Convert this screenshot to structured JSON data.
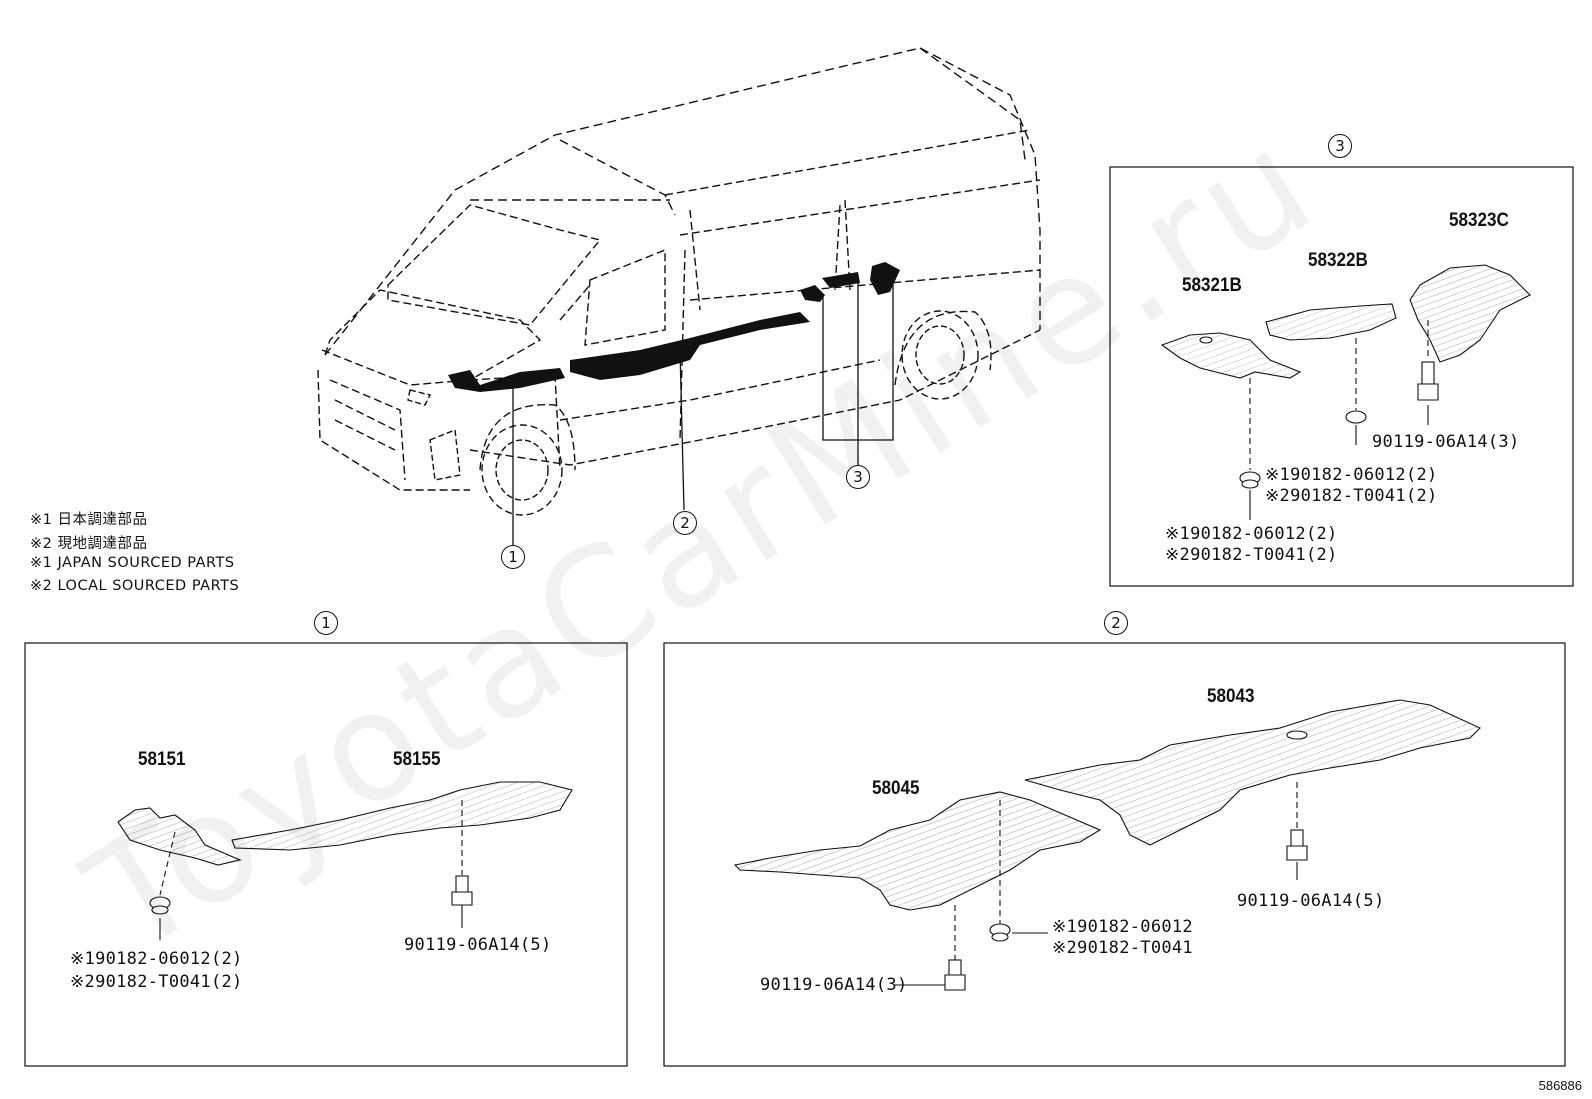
{
  "watermark": "ToyotaCarMine.ru",
  "diagram_ref": "586886",
  "notes": [
    "※1 日本調達部品",
    "※2 現地調達部品",
    "※1 JAPAN SOURCED PARTS",
    "※2 LOCAL SOURCED PARTS"
  ],
  "callouts": {
    "c1": "1",
    "c2": "2",
    "c3": "3"
  },
  "box1": {
    "title": "1",
    "p58151": "58151",
    "p58155": "58155",
    "clip_a": "※190182-06012(2)",
    "clip_b": "※290182-T0041(2)",
    "bolt": "90119-06A14(5)"
  },
  "box2": {
    "title": "2",
    "p58043": "58043",
    "p58045": "58045",
    "bolt_right": "90119-06A14(5)",
    "clip_a": "※190182-06012",
    "clip_b": "※290182-T0041",
    "bolt_left": "90119-06A14(3)"
  },
  "box3": {
    "title": "3",
    "p58323C": "58323C",
    "p58322B": "58322B",
    "p58321B": "58321B",
    "bolt": "90119-06A14(3)",
    "clip_mid_a": "※190182-06012(2)",
    "clip_mid_b": "※290182-T0041(2)",
    "clip_low_a": "※190182-06012(2)",
    "clip_low_b": "※290182-T0041(2)"
  }
}
